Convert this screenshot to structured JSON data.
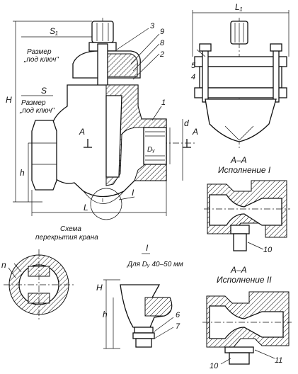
{
  "dimensions": {
    "S1": "S₁",
    "L1": "L₁",
    "S": "S",
    "H": "H",
    "h": "h",
    "L": "L",
    "d": "d",
    "Dy": "Dᵧ",
    "n": "n"
  },
  "labels": {
    "wrench_size_top": "Размер\n„под ключ\"",
    "wrench_size_side": "Размер\n„под ключ\"",
    "scheme": "Схема\nперекрытия крана",
    "section_A": "А",
    "section_AA_1": "А–А",
    "execution_1": "Исполнение I",
    "section_AA_2": "А–А",
    "execution_2": "Исполнение II",
    "detail_I": "I",
    "detail_caption": "Для Dᵧ 40–50 мм"
  },
  "callouts": [
    "1",
    "2",
    "3",
    "4",
    "5",
    "6",
    "7",
    "8",
    "9",
    "10",
    "10",
    "11"
  ],
  "detail_ref": "I"
}
